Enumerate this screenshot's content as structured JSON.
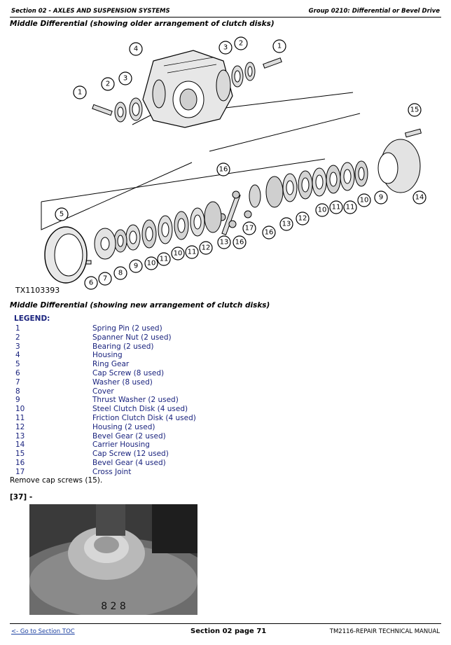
{
  "header": {
    "section": "Section 02 - AXLES AND SUSPENSION SYSTEMS",
    "group": "Group 0210: Differential or Bevel Drive"
  },
  "title_old": "Middle Differential (showing older arrangement of clutch disks)",
  "figure_id": "TX1103393",
  "title_new": "Middle Differential (showing new arrangement of clutch disks)",
  "legend": {
    "heading": "LEGEND:",
    "items": [
      {
        "num": "1",
        "desc": "Spring Pin (2 used)"
      },
      {
        "num": "2",
        "desc": "Spanner Nut (2 used)"
      },
      {
        "num": "3",
        "desc": "Bearing (2 used)"
      },
      {
        "num": "4",
        "desc": "Housing"
      },
      {
        "num": "5",
        "desc": "Ring Gear"
      },
      {
        "num": "6",
        "desc": "Cap Screw (8 used)"
      },
      {
        "num": "7",
        "desc": "Washer (8 used)"
      },
      {
        "num": "8",
        "desc": "Cover"
      },
      {
        "num": "9",
        "desc": "Thrust Washer (2 used)"
      },
      {
        "num": "10",
        "desc": "Steel Clutch Disk (4 used)"
      },
      {
        "num": "11",
        "desc": "Friction Clutch Disk (4 used)"
      },
      {
        "num": "12",
        "desc": "Housing (2 used)"
      },
      {
        "num": "13",
        "desc": "Bevel Gear (2 used)"
      },
      {
        "num": "14",
        "desc": "Carrier Housing"
      },
      {
        "num": "15",
        "desc": "Cap Screw (12 used)"
      },
      {
        "num": "16",
        "desc": "Bevel Gear (4 used)"
      },
      {
        "num": "17",
        "desc": "Cross Joint"
      }
    ]
  },
  "instruction": "Remove cap screws (15).",
  "step": "[37] -",
  "photo_marking": "8 2 8",
  "footer": {
    "toc_link": "<- Go to Section TOC",
    "page": "Section 02 page 71",
    "manual": "TM2116-REPAIR TECHNICAL MANUAL"
  },
  "callouts": [
    "1",
    "2",
    "3",
    "4",
    "5",
    "6",
    "7",
    "8",
    "9",
    "10",
    "11",
    "12",
    "13",
    "14",
    "15",
    "16",
    "17"
  ]
}
